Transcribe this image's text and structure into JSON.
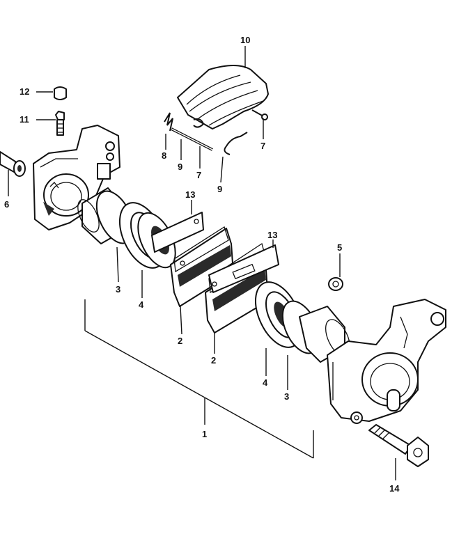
{
  "labels": {
    "l1": "1",
    "l2a": "2",
    "l2b": "2",
    "l3a": "3",
    "l3b": "3",
    "l4a": "4",
    "l4b": "4",
    "l5": "5",
    "l6": "6",
    "l7a": "7",
    "l7b": "7",
    "l8": "8",
    "l9a": "9",
    "l9b": "9",
    "l10": "10",
    "l11": "11",
    "l12": "12",
    "l13a": "13",
    "l13b": "13",
    "l14": "14"
  }
}
